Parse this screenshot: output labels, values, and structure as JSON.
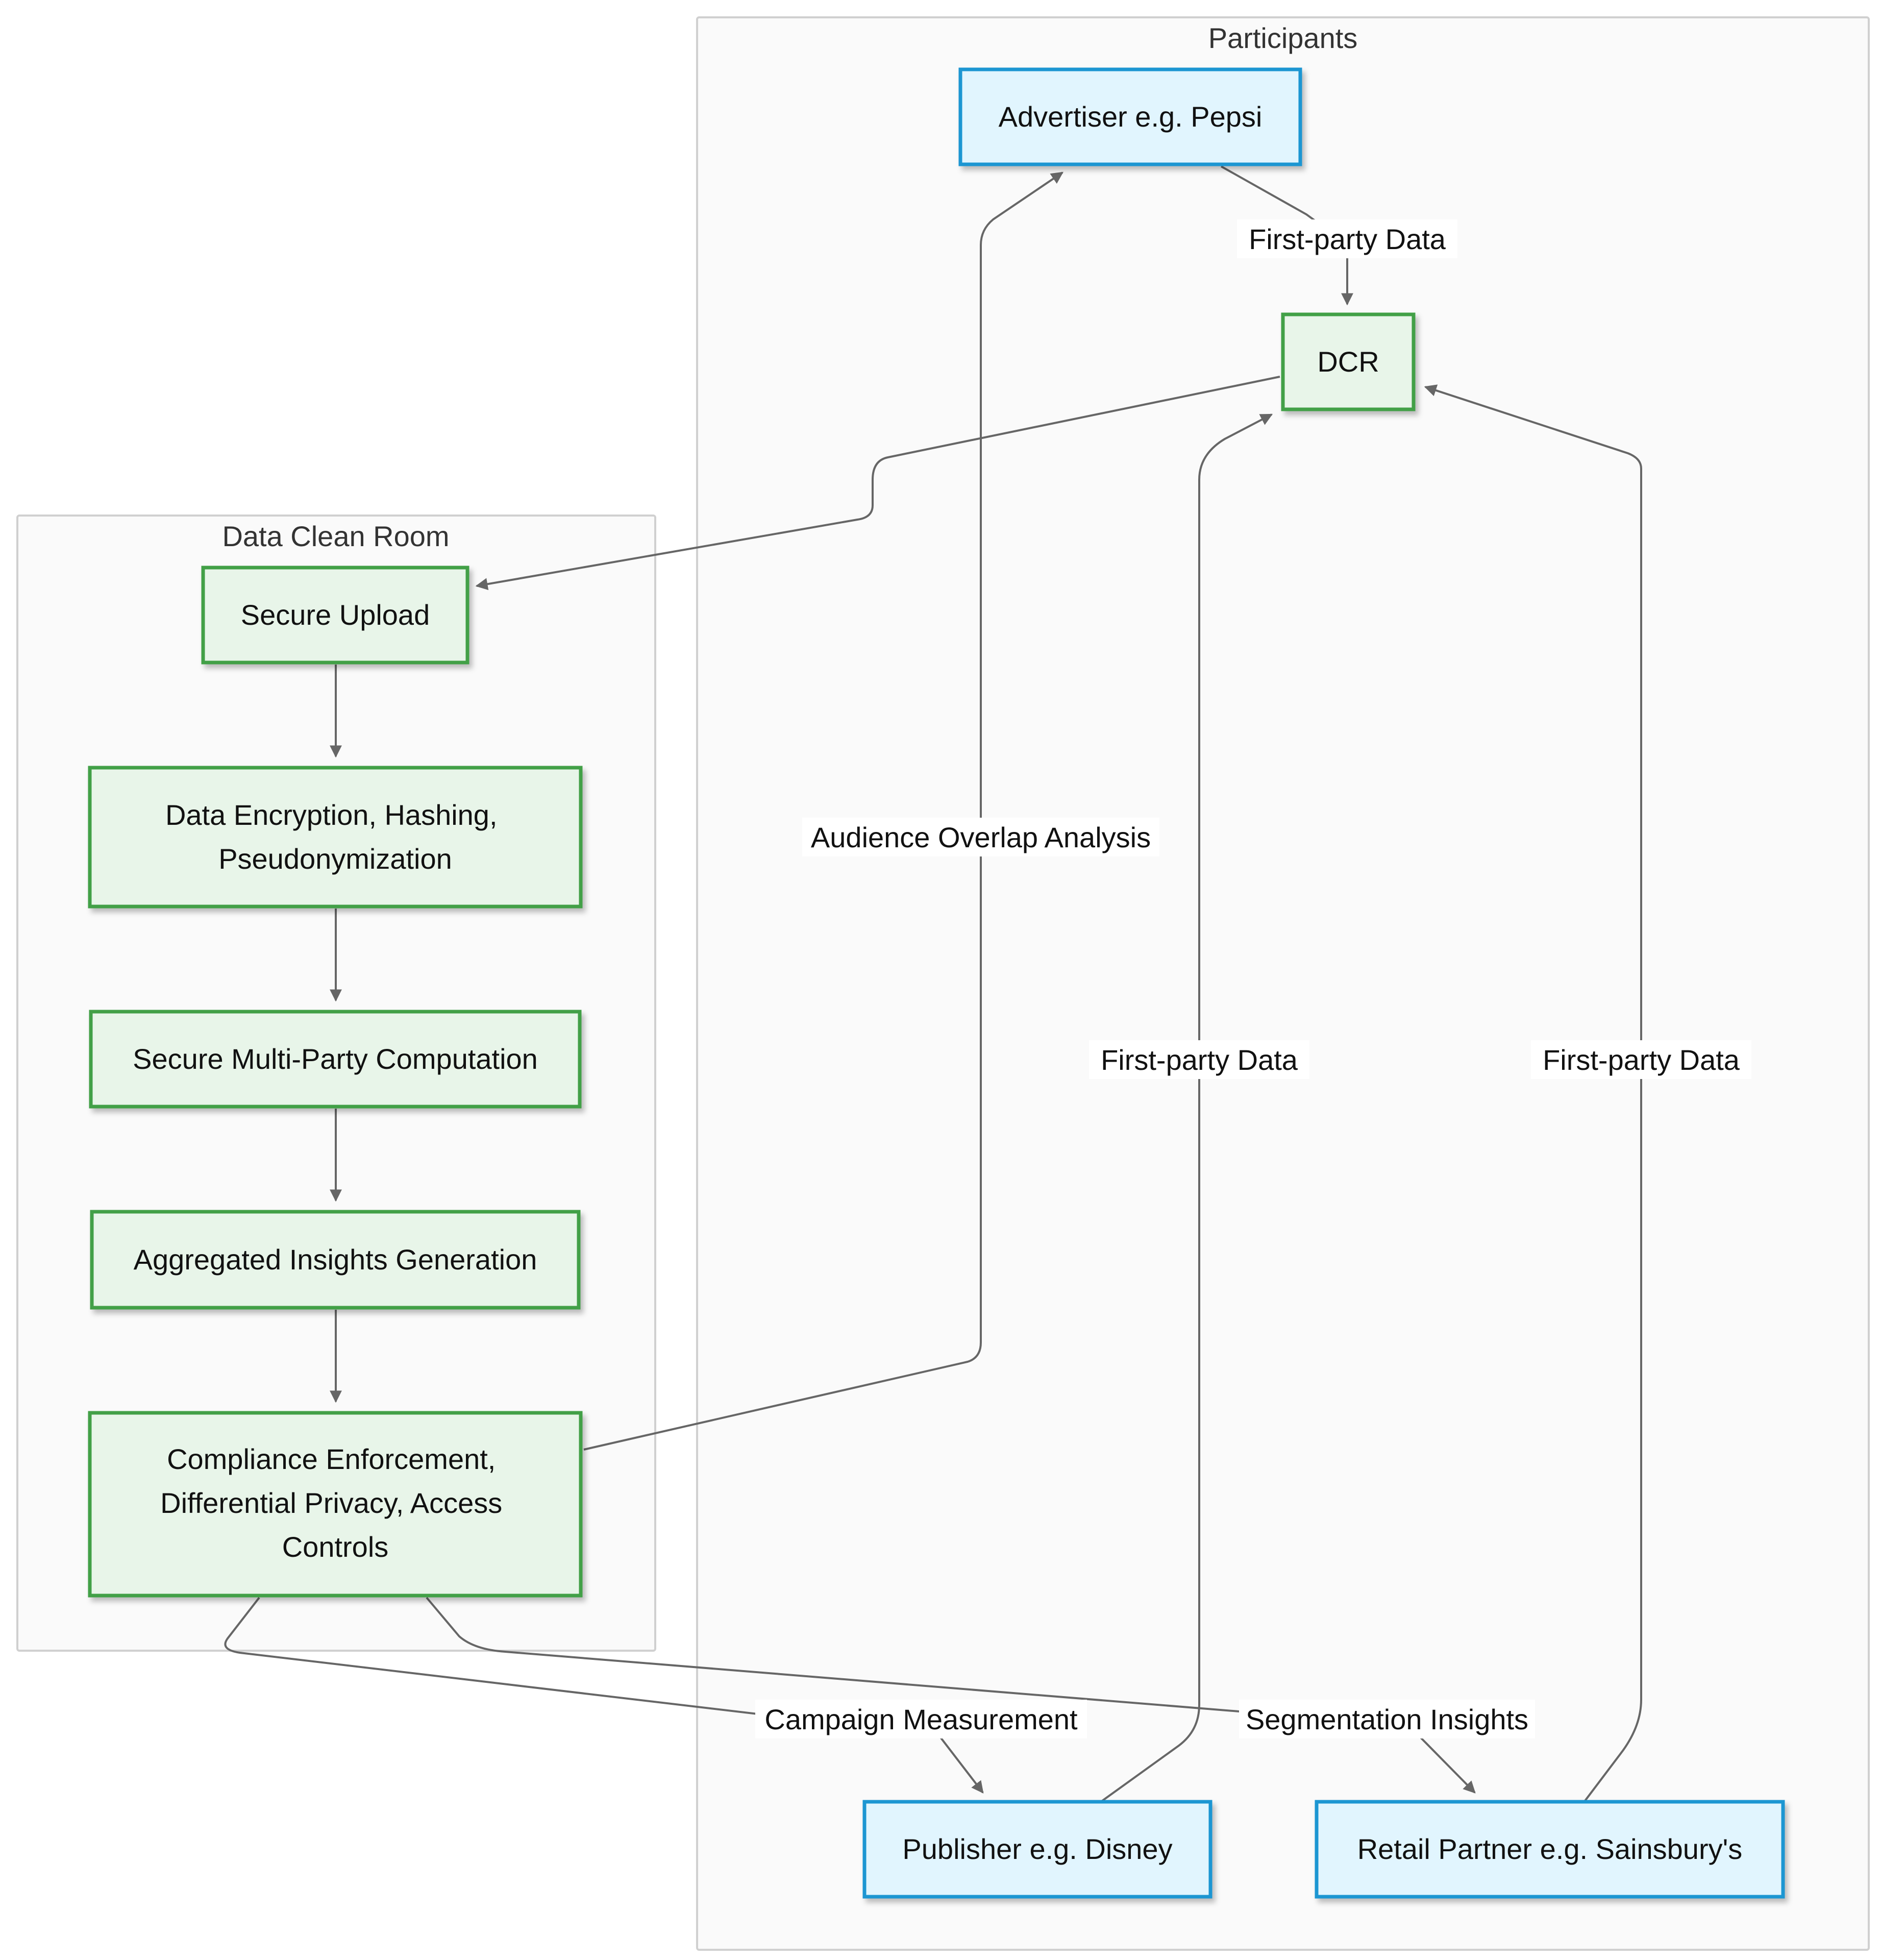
{
  "clusters": {
    "participants": {
      "title": "Participants"
    },
    "dcr": {
      "title": "Data Clean Room"
    }
  },
  "nodes": {
    "advertiser": {
      "label": "Advertiser e.g. Pepsi",
      "kind": "participant"
    },
    "dcr": {
      "label": "DCR",
      "kind": "process"
    },
    "publisher": {
      "label": "Publisher e.g. Disney",
      "kind": "participant"
    },
    "retail": {
      "label": "Retail Partner e.g. Sainsbury's",
      "kind": "participant"
    },
    "secure_upload": {
      "label": "Secure Upload",
      "kind": "process"
    },
    "encryption": {
      "lines": [
        "Data Encryption, Hashing,",
        "Pseudonymization"
      ],
      "kind": "process"
    },
    "smpc": {
      "label": "Secure Multi-Party Computation",
      "kind": "process"
    },
    "insights": {
      "label": "Aggregated Insights Generation",
      "kind": "process"
    },
    "compliance": {
      "lines": [
        "Compliance Enforcement,",
        "Differential Privacy, Access",
        "Controls"
      ],
      "kind": "process"
    }
  },
  "edges": {
    "advertiser_to_dcr": {
      "label": "First-party Data"
    },
    "publisher_to_dcr": {
      "label": "First-party Data"
    },
    "retail_to_dcr": {
      "label": "First-party Data"
    },
    "compliance_to_advertiser": {
      "label": "Audience Overlap Analysis"
    },
    "compliance_to_publisher": {
      "label": "Campaign Measurement"
    },
    "compliance_to_retail": {
      "label": "Segmentation Insights"
    },
    "dcr_to_upload": {
      "label": ""
    },
    "upload_to_encryption": {
      "label": ""
    },
    "encryption_to_smpc": {
      "label": ""
    },
    "smpc_to_insights": {
      "label": ""
    },
    "insights_to_compliance": {
      "label": ""
    }
  },
  "colors": {
    "participant_fill": "#e1f5fe",
    "participant_stroke": "#1e96d2",
    "process_fill": "#e8f5e9",
    "process_stroke": "#43a047",
    "edge": "#666666",
    "cluster_fill": "#fafafa",
    "cluster_stroke": "#d0d0d0"
  }
}
